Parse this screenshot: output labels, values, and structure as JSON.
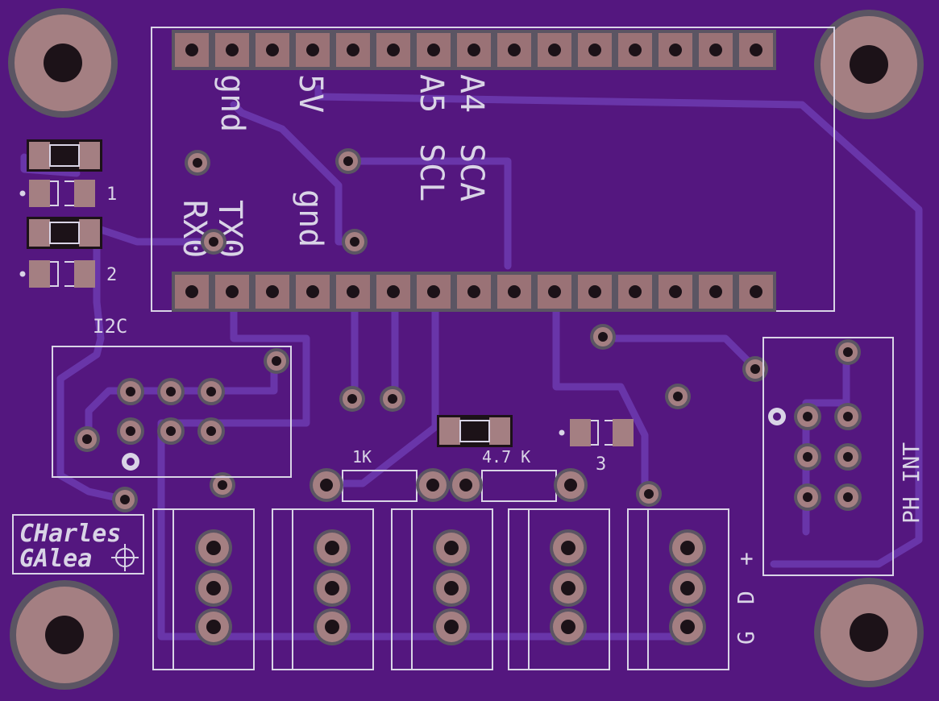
{
  "board": {
    "colors": {
      "substrate": "#54177f",
      "copper_pad": "#a47f82",
      "silkscreen": "#d9d4e6",
      "trace": "#6d3bb0"
    }
  },
  "labels": {
    "gnd_top": "gnd",
    "v5": "5V",
    "a5": "A5",
    "a4": "A4",
    "scl": "SCL",
    "sca": "SCA",
    "tx0": "TX0",
    "rx0": "RX0",
    "gnd_mid": "gnd",
    "led1": "1",
    "led2": "2",
    "i2c": "I2C",
    "r1k": "1K",
    "r47k": "4.7 K",
    "led3": "3",
    "ph_int": "PH INT",
    "plus": "+",
    "d": "D",
    "g": "G"
  },
  "logo": {
    "line1": "CHarles",
    "line2": "GAlea"
  }
}
